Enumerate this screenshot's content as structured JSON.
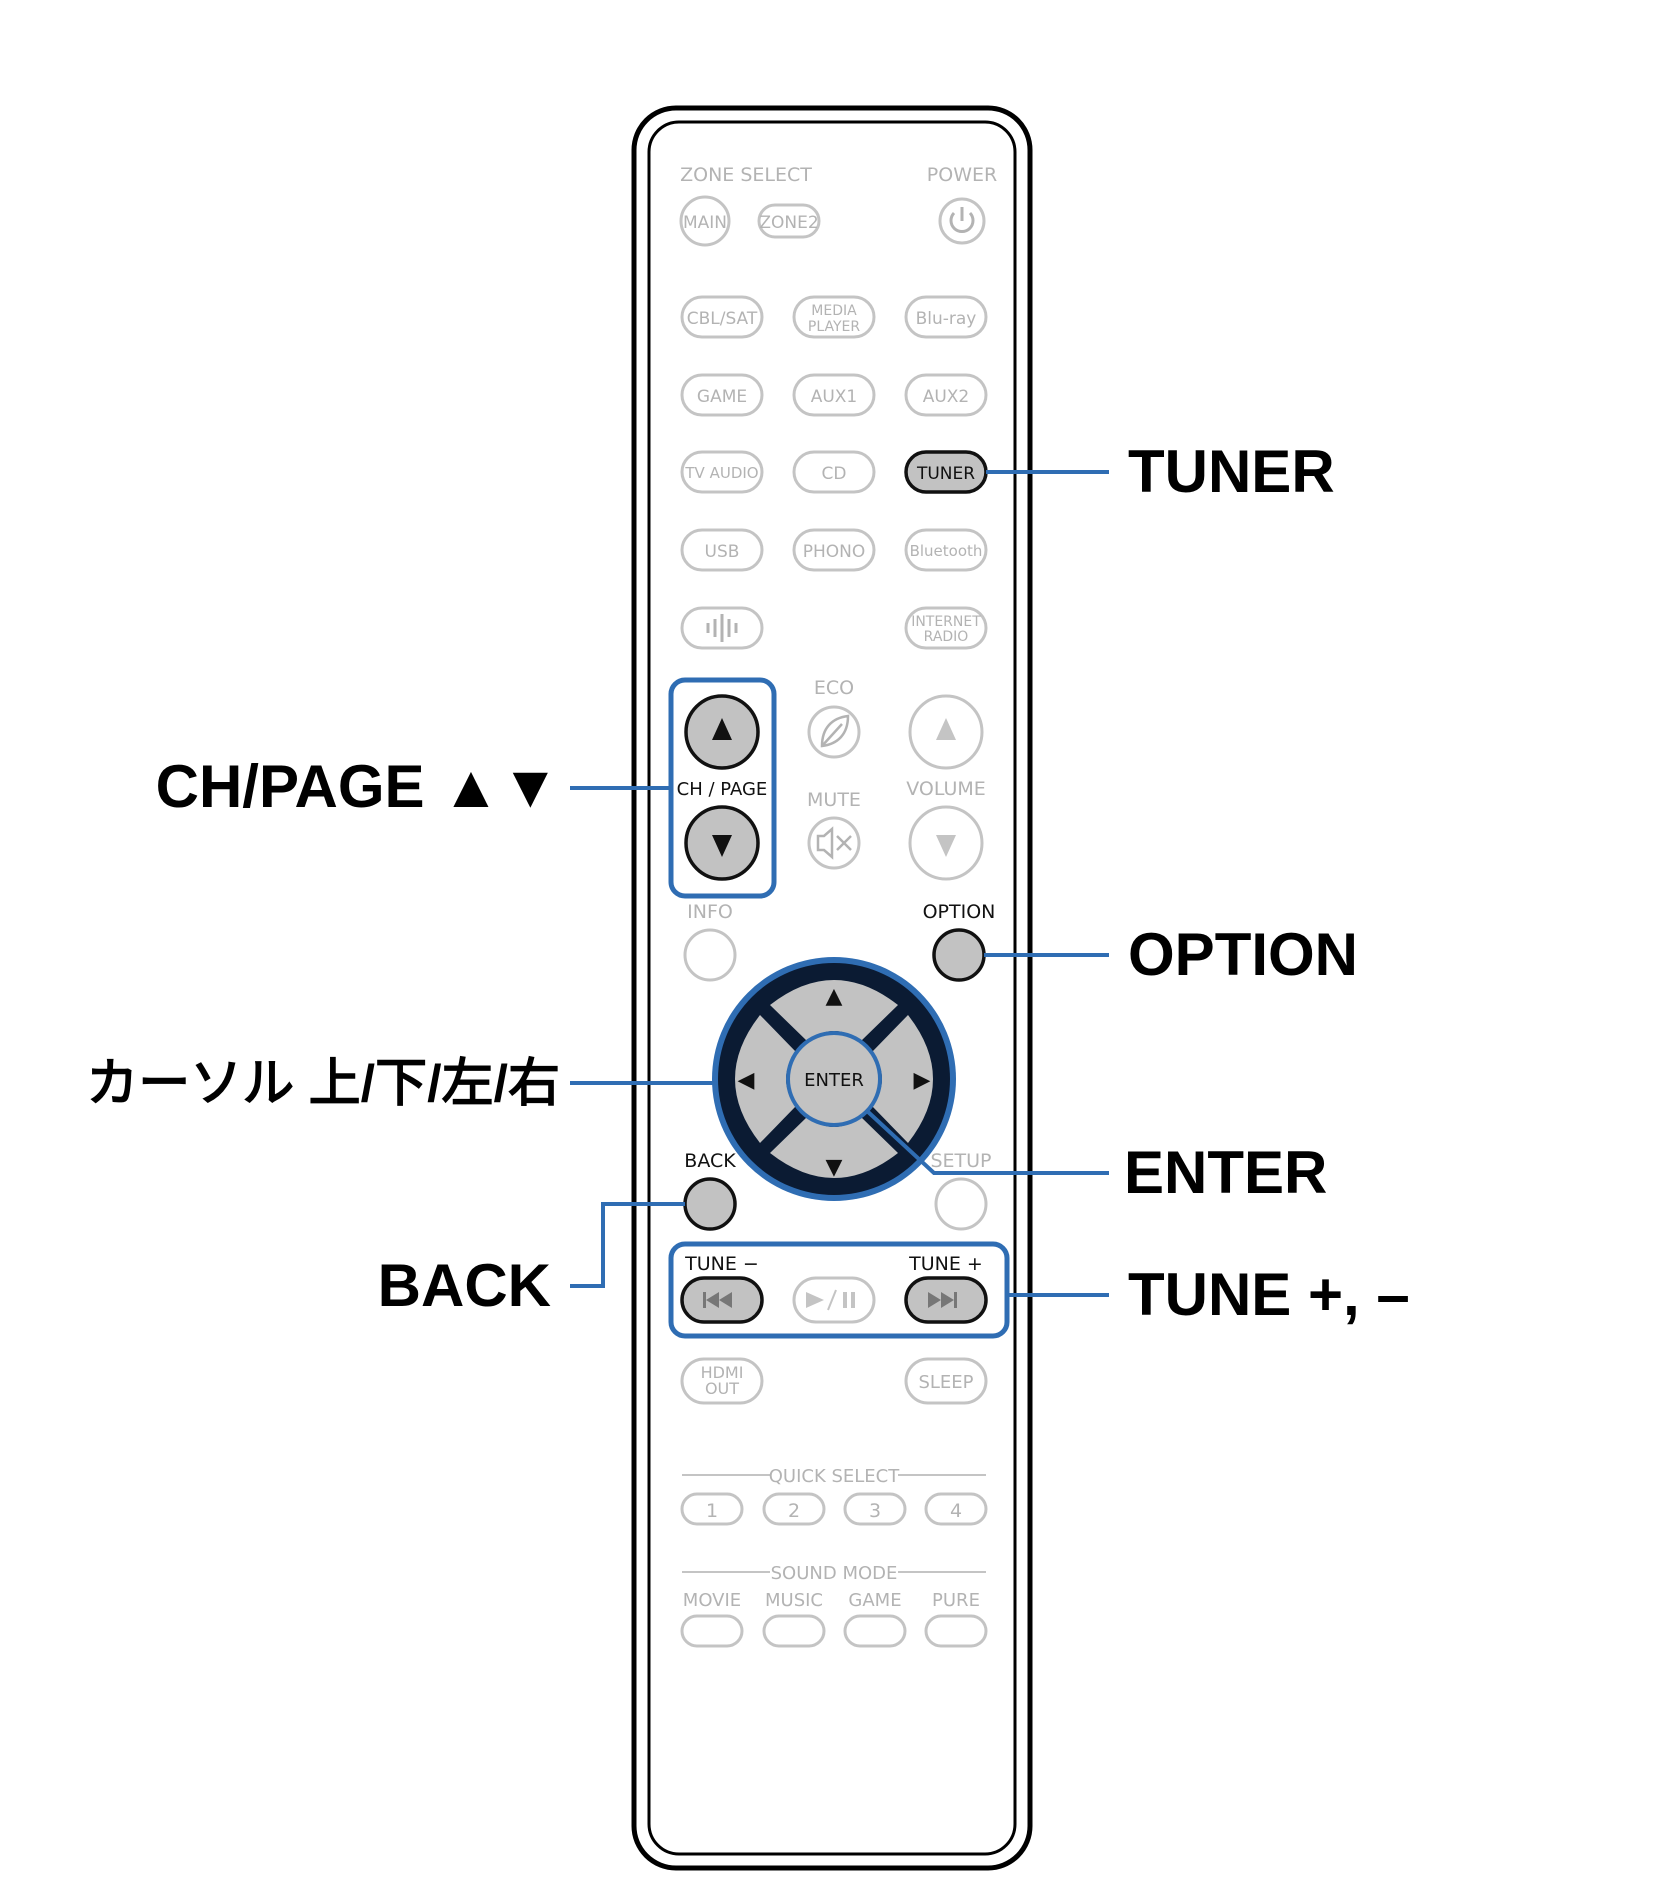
{
  "colors": {
    "accent": "#2f6db3",
    "highlight_fill": "#c2c2c2",
    "inactive": "#b3b3b3",
    "ring": "#0b1b33"
  },
  "remote": {
    "top": {
      "zone_select": "ZONE SELECT",
      "power": "POWER",
      "main": "MAIN",
      "zone2": "ZONE2"
    },
    "sources": {
      "cbl_sat": "CBL/SAT",
      "media_1": "MEDIA",
      "media_2": "PLAYER",
      "bluray": "Blu-ray",
      "game": "GAME",
      "aux1": "AUX1",
      "aux2": "AUX2",
      "tv_audio": "TV AUDIO",
      "cd": "CD",
      "tuner": "TUNER",
      "usb": "USB",
      "phono": "PHONO",
      "bluetooth": "Bluetooth",
      "inet_1": "INTERNET",
      "inet_2": "RADIO"
    },
    "mid": {
      "eco": "ECO",
      "ch_page": "CH / PAGE",
      "mute": "MUTE",
      "volume": "VOLUME",
      "info": "INFO",
      "option": "OPTION"
    },
    "dpad": {
      "enter": "ENTER",
      "up": "▲",
      "down": "▼",
      "left": "◀",
      "right": "▶"
    },
    "lower": {
      "back": "BACK",
      "setup": "SETUP",
      "tune_minus": "TUNE −",
      "tune_plus": "TUNE +",
      "hdmi_1": "HDMI",
      "hdmi_2": "OUT",
      "sleep": "SLEEP"
    },
    "quick_select": {
      "title": "QUICK SELECT",
      "b1": "1",
      "b2": "2",
      "b3": "3",
      "b4": "4"
    },
    "sound_mode": {
      "title": "SOUND MODE",
      "movie": "MOVIE",
      "music": "MUSIC",
      "game": "GAME",
      "pure": "PURE"
    }
  },
  "callouts": {
    "tuner": "TUNER",
    "ch_page": "CH/PAGE  ▲▼",
    "option": "OPTION",
    "cursor": "カーソル 上/下/左/右",
    "enter": "ENTER",
    "back": "BACK",
    "tune": "TUNE +, –"
  }
}
